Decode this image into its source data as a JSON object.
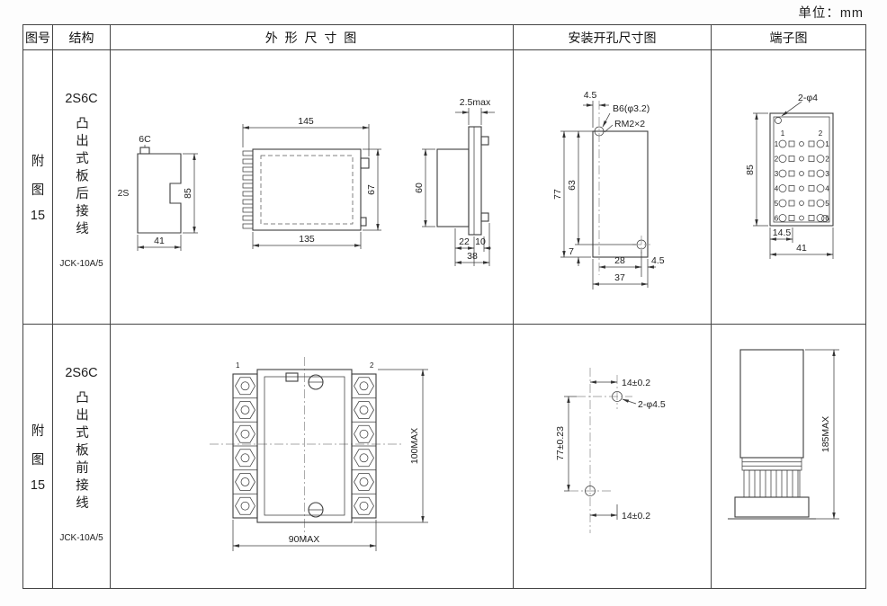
{
  "page": {
    "unit_label": "单位：mm"
  },
  "header": {
    "col_fig": "图号",
    "col_struct": "结构",
    "col_outline": "外 形 尺 寸 图",
    "col_mounting": "安装开孔尺寸图",
    "col_terminal": "端子图"
  },
  "row1": {
    "fig_lines": [
      "附",
      "图",
      "15"
    ],
    "model": "2S6C",
    "structure_vertical": "凸出式板后接线",
    "code": "JCK-10A/5",
    "outline": {
      "label_6c": "6C",
      "label_2s": "2S",
      "dim_85": "85",
      "dim_41": "41",
      "dim_145": "145",
      "dim_135": "135",
      "dim_67": "67",
      "dim_25max": "2.5max",
      "dim_60": "60",
      "dim_22": "22",
      "dim_10": "10",
      "dim_38": "38"
    },
    "mounting": {
      "dim_45_top": "4.5",
      "label_b6": "B6(φ3.2)",
      "label_rm": "RM2×2",
      "dim_77": "77",
      "dim_63": "63",
      "dim_7": "7",
      "dim_28": "28",
      "dim_45_right": "4.5",
      "dim_37": "37"
    },
    "terminal": {
      "label_2phi4": "2-φ4",
      "col_1": "1",
      "col_2": "2",
      "rows": [
        "1",
        "2",
        "3",
        "4",
        "5",
        "6"
      ],
      "dim_85": "85",
      "dim_145": "14.5",
      "dim_41": "41"
    }
  },
  "row2": {
    "fig_lines": [
      "附",
      "图",
      "15"
    ],
    "model": "2S6C",
    "structure_vertical": "凸出式板前接线",
    "code": "JCK-10A/5",
    "outline": {
      "corner_1": "1",
      "corner_2": "2",
      "dim_100max": "100MAX",
      "dim_90max": "90MAX"
    },
    "mounting": {
      "dim_14_top": "14±0.2",
      "label_2phi45": "2-φ4.5",
      "dim_77": "77±0.23",
      "dim_14_bottom": "14±0.2"
    },
    "terminal": {
      "dim_185max": "185MAX"
    }
  }
}
